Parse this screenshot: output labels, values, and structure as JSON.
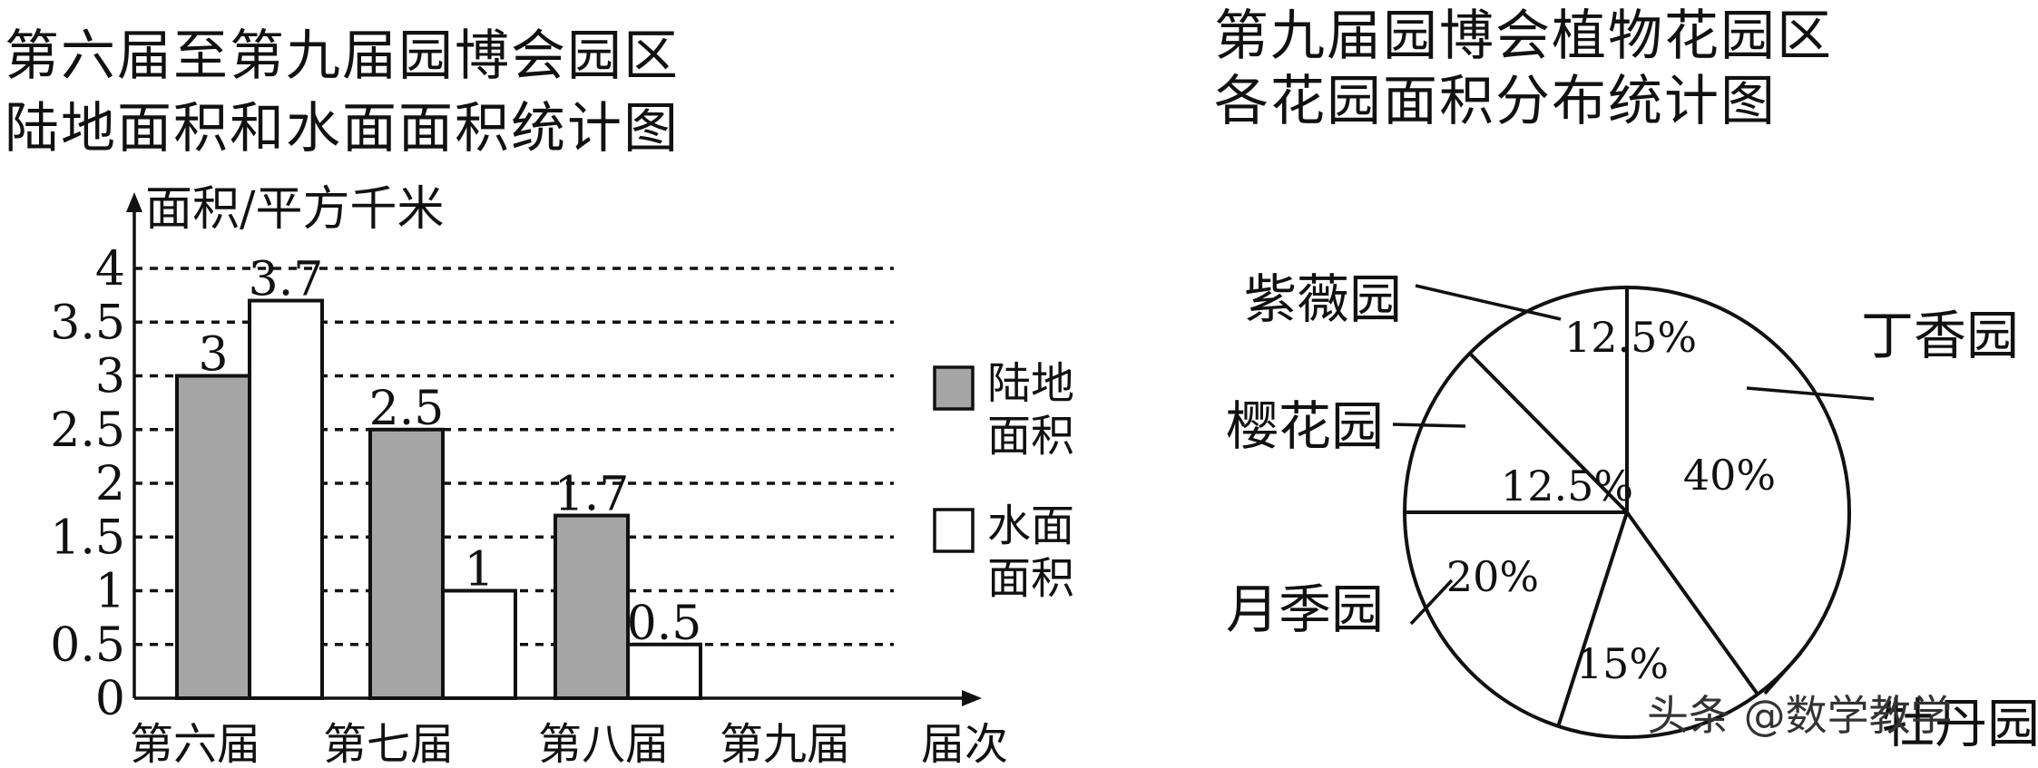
{
  "watermark": "头条 @数学教学",
  "chart_data": [
    {
      "type": "bar",
      "title_lines": [
        "第六届至第九届园博会园区",
        "陆地面积和水面面积统计图"
      ],
      "ylabel": "面积/平方千米",
      "xlabel": "届次",
      "categories": [
        "第六届",
        "第七届",
        "第八届",
        "第九届"
      ],
      "yticks": [
        "0",
        "0.5",
        "1",
        "1.5",
        "2",
        "2.5",
        "3",
        "3.5",
        "4"
      ],
      "ylim": [
        0,
        4
      ],
      "grid": true,
      "legend_position": "right",
      "series": [
        {
          "name": "陆地面积",
          "legend_lines": [
            "陆地",
            "面积"
          ],
          "color": "#a6a6a6",
          "values": [
            3,
            2.5,
            1.7,
            null
          ],
          "labels": [
            "3",
            "2.5",
            "1.7",
            ""
          ]
        },
        {
          "name": "水面面积",
          "legend_lines": [
            "水面",
            "面积"
          ],
          "color": "#ffffff",
          "values": [
            3.7,
            1,
            0.5,
            null
          ],
          "labels": [
            "3.7",
            "1",
            "0.5",
            ""
          ]
        }
      ]
    },
    {
      "type": "pie",
      "title_lines": [
        "第九届园博会植物花园区",
        "各花园面积分布统计图"
      ],
      "slices": [
        {
          "name": "丁香园",
          "percent": 40,
          "label": "40%"
        },
        {
          "name": "牡丹园",
          "percent": 15,
          "label": "15%"
        },
        {
          "name": "月季园",
          "percent": 20,
          "label": "20%"
        },
        {
          "name": "樱花园",
          "percent": 12.5,
          "label": "12.5%"
        },
        {
          "name": "紫薇园",
          "percent": 12.5,
          "label": "12.5%"
        }
      ]
    }
  ]
}
